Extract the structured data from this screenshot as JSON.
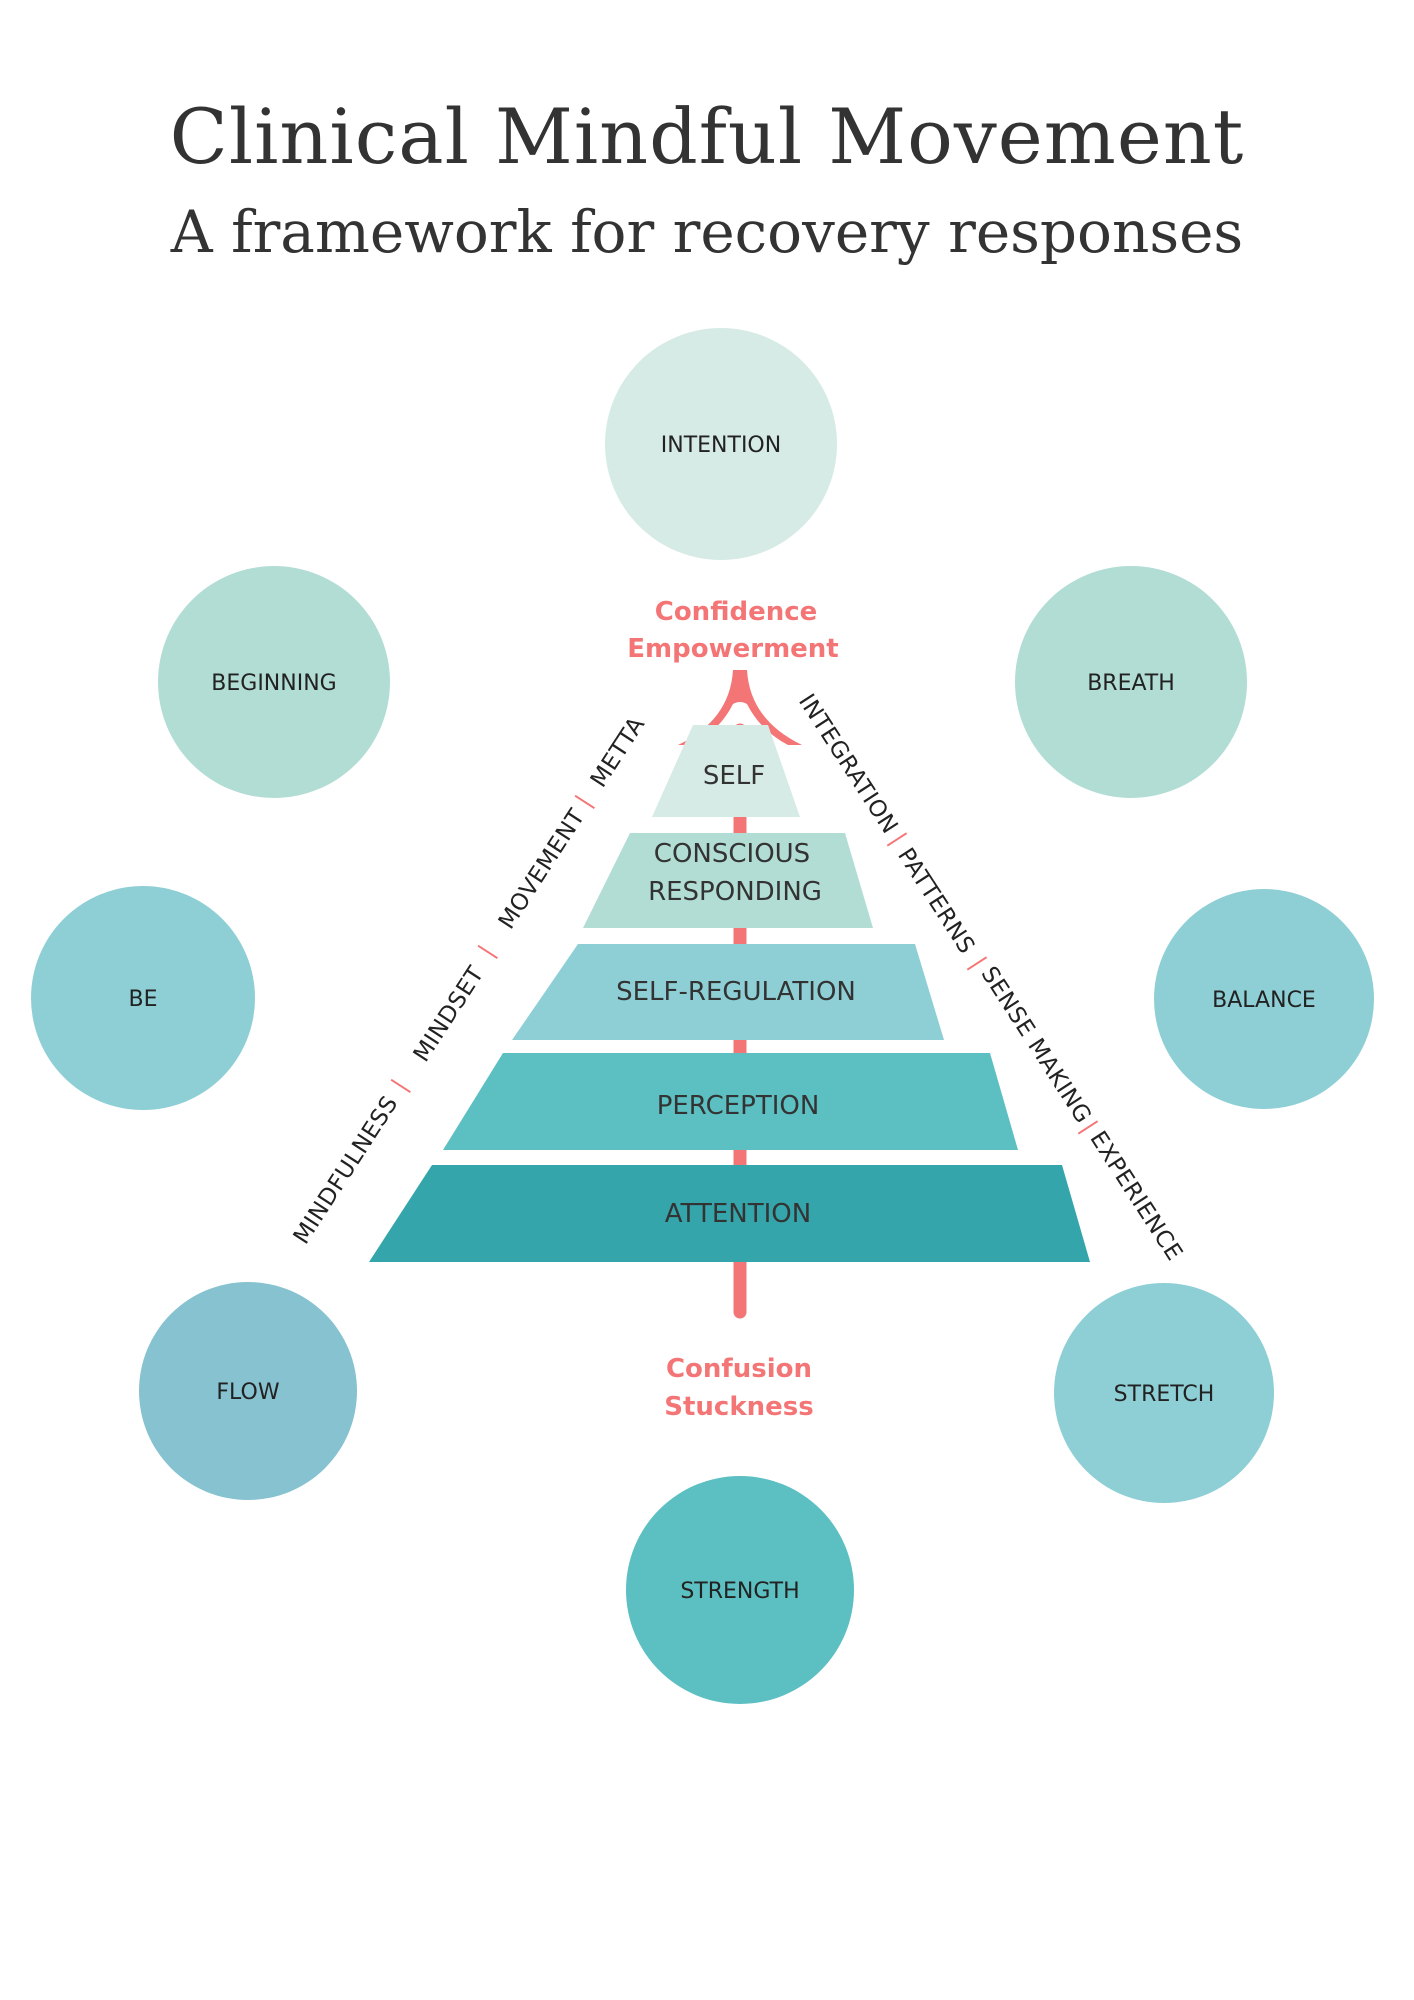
{
  "title": "Clinical Mindful Movement",
  "subtitle": "A framework for recovery responses",
  "colors": {
    "accent": "#f47575",
    "text": "#333333",
    "layer_self": "#d6ebe5",
    "layer_conscious": "#b2ddd4",
    "layer_regulation": "#8ecfd6",
    "layer_perception": "#5cbfc2",
    "layer_attention": "#35a5ac"
  },
  "circles": {
    "intention": "INTENTION",
    "beginning": "BEGINNING",
    "breath": "BREATH",
    "be": "BE",
    "balance": "BALANCE",
    "flow": "FLOW",
    "stretch": "STRETCH",
    "strength": "STRENGTH"
  },
  "pyramid": {
    "self": "SELF",
    "conscious_1": "CONSCIOUS",
    "conscious_2": "RESPONDING",
    "regulation": "SELF-REGULATION",
    "perception": "PERCEPTION",
    "attention": "ATTENTION"
  },
  "top_outcome": [
    "Confidence",
    "Empowerment"
  ],
  "bottom_outcome": [
    "Confusion",
    "Stuckness"
  ],
  "left_side": [
    "MINDFULNESS",
    "MINDSET",
    "MOVEMENT",
    "METTA"
  ],
  "right_side": [
    "INTEGRATION",
    "PATTERNS",
    "SENSE MAKING",
    "EXPERIENCE"
  ],
  "separator": "|"
}
